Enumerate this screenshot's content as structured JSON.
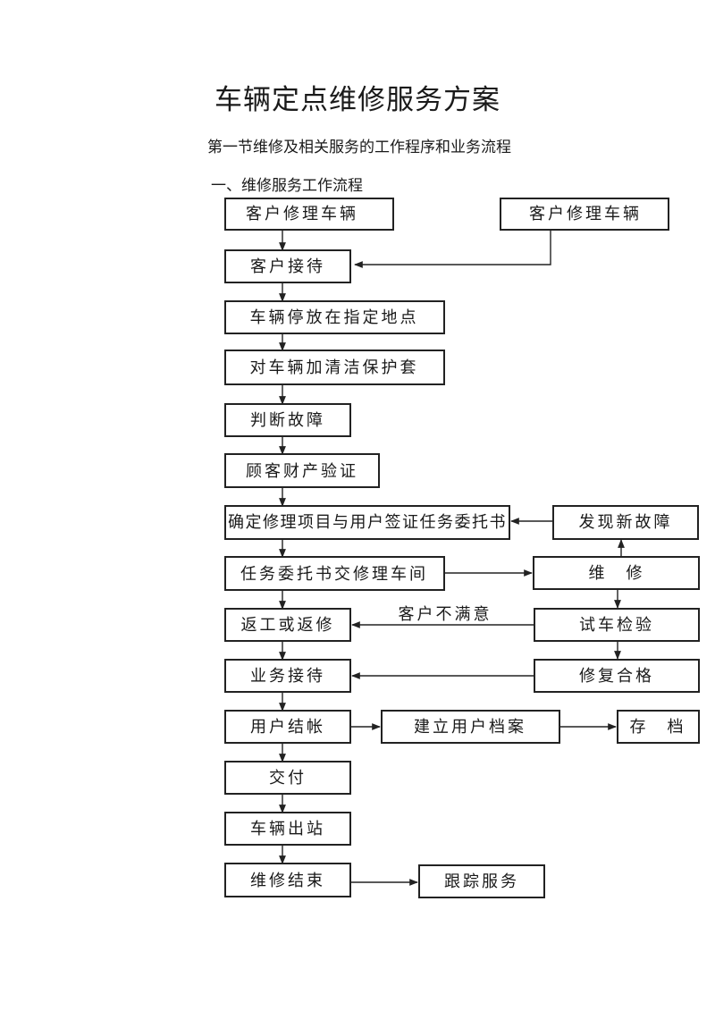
{
  "document": {
    "title": "车辆定点维修服务方案",
    "section_heading": "第一节维修及相关服务的工作程序和业务流程",
    "subsection_heading": "一、维修服务工作流程"
  },
  "flowchart": {
    "nodes": {
      "n1": "客户修理车辆",
      "r1": "客户修理车辆",
      "n2": "客户接待",
      "n3": "车辆停放在指定地点",
      "n4": "对车辆加清洁保护套",
      "n5": "判断故障",
      "n6": "顾客财产验证",
      "n7": "确定修理项目与用户签证任务委托书",
      "r7": "发现新故障",
      "n8": "任务委托书交修理车间",
      "r8": "维　修",
      "n9": "返工或返修",
      "r9": "试车检验",
      "n10": "业务接待",
      "r10": "修复合格",
      "n11": "用户结帐",
      "m11": "建立用户档案",
      "r11": "存　档",
      "n12": "交付",
      "n13": "车辆出站",
      "n14": "维修结束",
      "m14": "跟踪服务"
    },
    "edge_labels": {
      "rework": "客户不满意"
    }
  }
}
